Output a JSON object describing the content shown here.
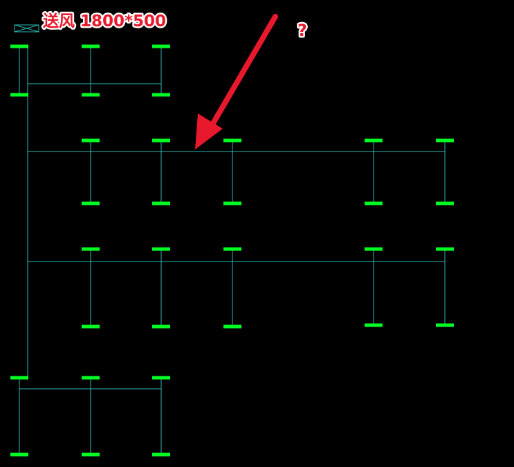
{
  "annotation": {
    "title": "送风 1800*500",
    "question": "?"
  },
  "colors": {
    "background": "#000000",
    "duct_line": "#2ab7b7",
    "outlet": "#00ff22",
    "annotation": "#e8192c",
    "annotation_outline": "#ffffff"
  },
  "icons": {
    "symbol": "rectangular-duct-section-icon",
    "pointer": "red-arrow-icon"
  },
  "layout_grid": {
    "columns": 6,
    "branches": [
      {
        "name": "branch-1",
        "outlet_columns": [
          0,
          1,
          2
        ]
      },
      {
        "name": "branch-2",
        "outlet_columns": [
          1,
          2,
          3,
          4,
          5
        ]
      },
      {
        "name": "branch-3",
        "outlet_columns": [
          1,
          2,
          3,
          4,
          5
        ]
      },
      {
        "name": "branch-4",
        "outlet_columns": [
          0,
          1,
          2
        ]
      }
    ]
  }
}
